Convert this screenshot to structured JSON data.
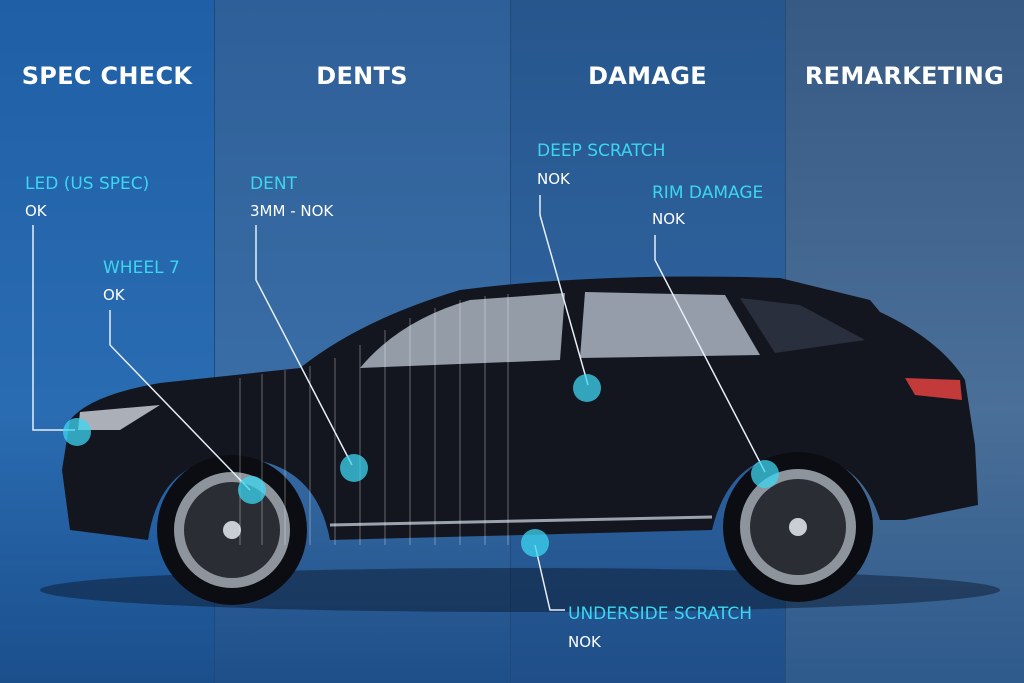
{
  "columns": [
    {
      "title": "SPEC CHECK"
    },
    {
      "title": "DENTS"
    },
    {
      "title": "DAMAGE"
    },
    {
      "title": "REMARKETING"
    }
  ],
  "annotations": [
    {
      "label": "LED (US SPEC)",
      "status": "OK"
    },
    {
      "label": "WHEEL 7",
      "status": "OK"
    },
    {
      "label": "DENT",
      "status": "3MM - NOK"
    },
    {
      "label": "DEEP SCRATCH",
      "status": "NOK"
    },
    {
      "label": "RIM DAMAGE",
      "status": "NOK"
    },
    {
      "label": "UNDERSIDE SCRATCH",
      "status": "NOK"
    }
  ],
  "colors": {
    "accent": "#3cd6f2",
    "car": "#14161f"
  }
}
